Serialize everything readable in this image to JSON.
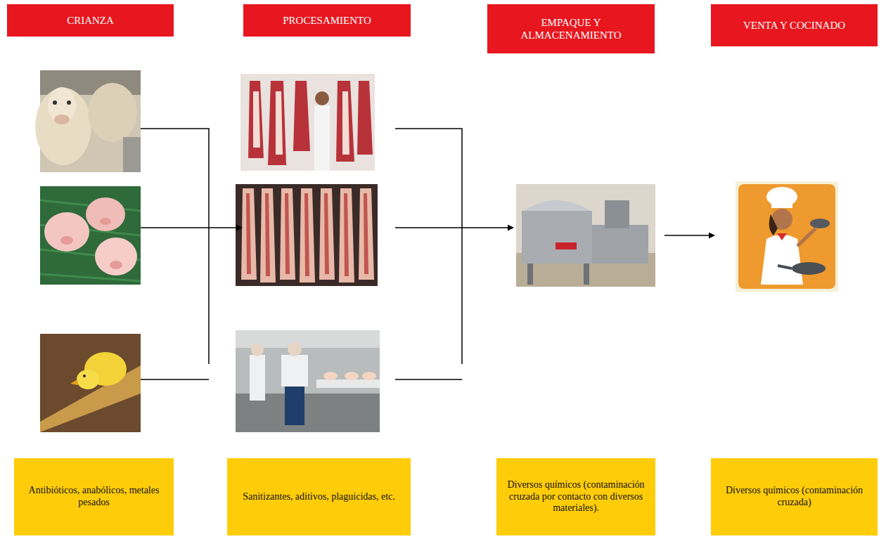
{
  "diagram": {
    "nodes": [
      {
        "text": [
          "CRIANZA"
        ]
      },
      {
        "text": [
          "PROCESAMIENTO"
        ]
      },
      {
        "text": [
          "EMPAQUE Y ALMACENAMIENTO"
        ]
      },
      {
        "text": [
          "VENTA Y COCINADO"
        ]
      },
      {
        "text": [
          "Antibióticos, anabólicos, metales pesados"
        ]
      },
      {
        "text": [
          "Sanitizantes, aditivos, plaguicidas, etc."
        ]
      },
      {
        "text": [
          "Diversos químicos (contaminación cruzada por contacto con diversos materiales)."
        ]
      },
      {
        "text": [
          "Diversos químicos (contaminación cruzada)"
        ]
      }
    ]
  }
}
